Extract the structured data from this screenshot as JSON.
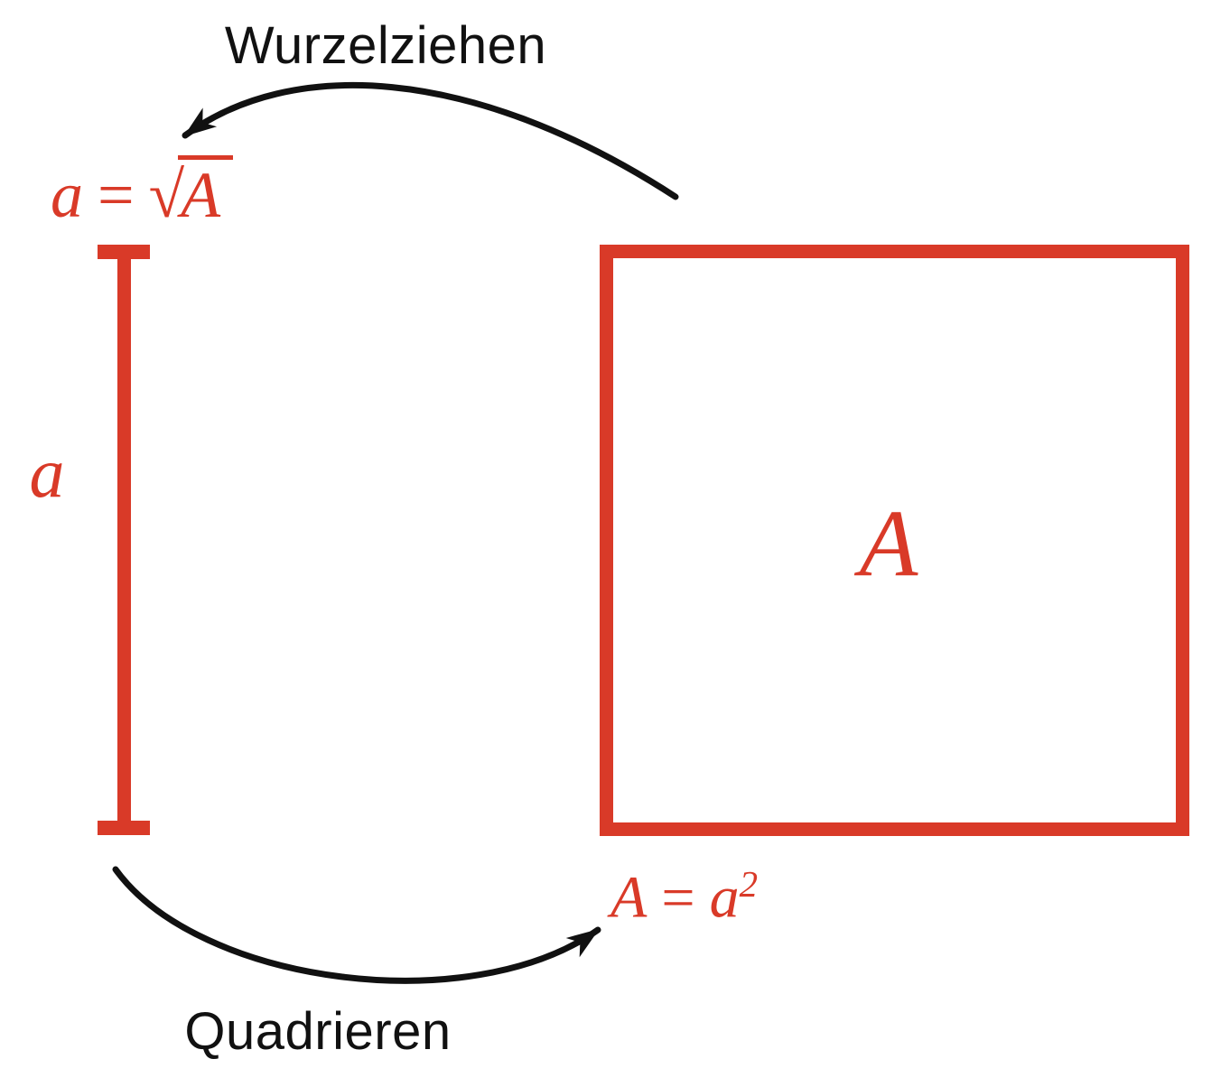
{
  "colors": {
    "accent_red": "#d93a28",
    "ink_black": "#111111"
  },
  "diagram": {
    "top_process_label": "Wurzelziehen",
    "bottom_process_label": "Quadrieren",
    "side_label": "a",
    "area_label": "A",
    "sqrt_formula": {
      "lhs": "a",
      "relation": "=",
      "radical_symbol": "√",
      "radicand": "A"
    },
    "square_formula": {
      "lhs": "A",
      "relation": "=",
      "base": "a",
      "exponent": "2"
    }
  }
}
